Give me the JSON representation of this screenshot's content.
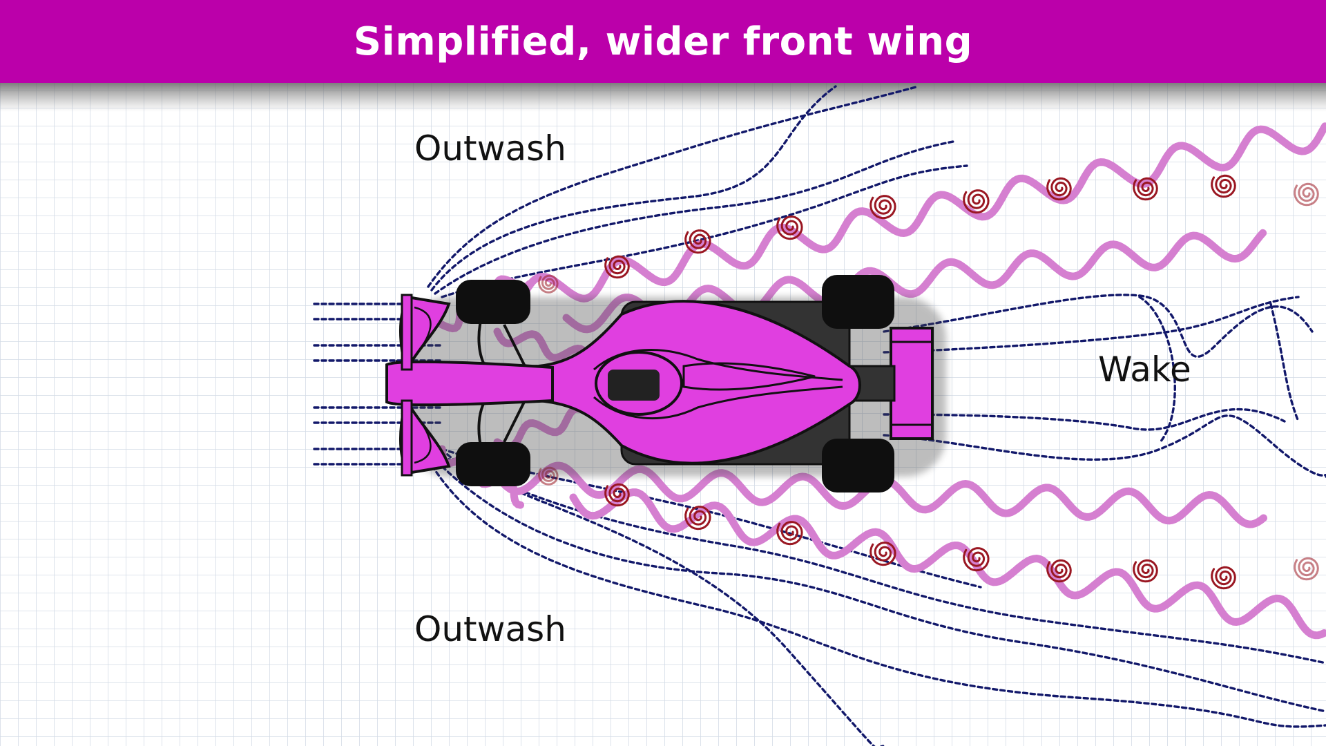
{
  "title": "Simplified, wider front wing",
  "labels": {
    "outwash_top": "Outwash",
    "outwash_bottom": "Outwash",
    "wake": "Wake"
  },
  "colors": {
    "banner": "#bb00aa",
    "car_body": "#e03fe0",
    "ribbon": "#d57fd0",
    "streamline": "#12186a",
    "vortex": "#9a1722",
    "grid": "#d3dbe6",
    "tyre": "#0f0f0f",
    "floor": "#333333"
  },
  "icons": [
    "streamline-arrows",
    "vortex-spiral-icon",
    "ribbon-flow"
  ]
}
